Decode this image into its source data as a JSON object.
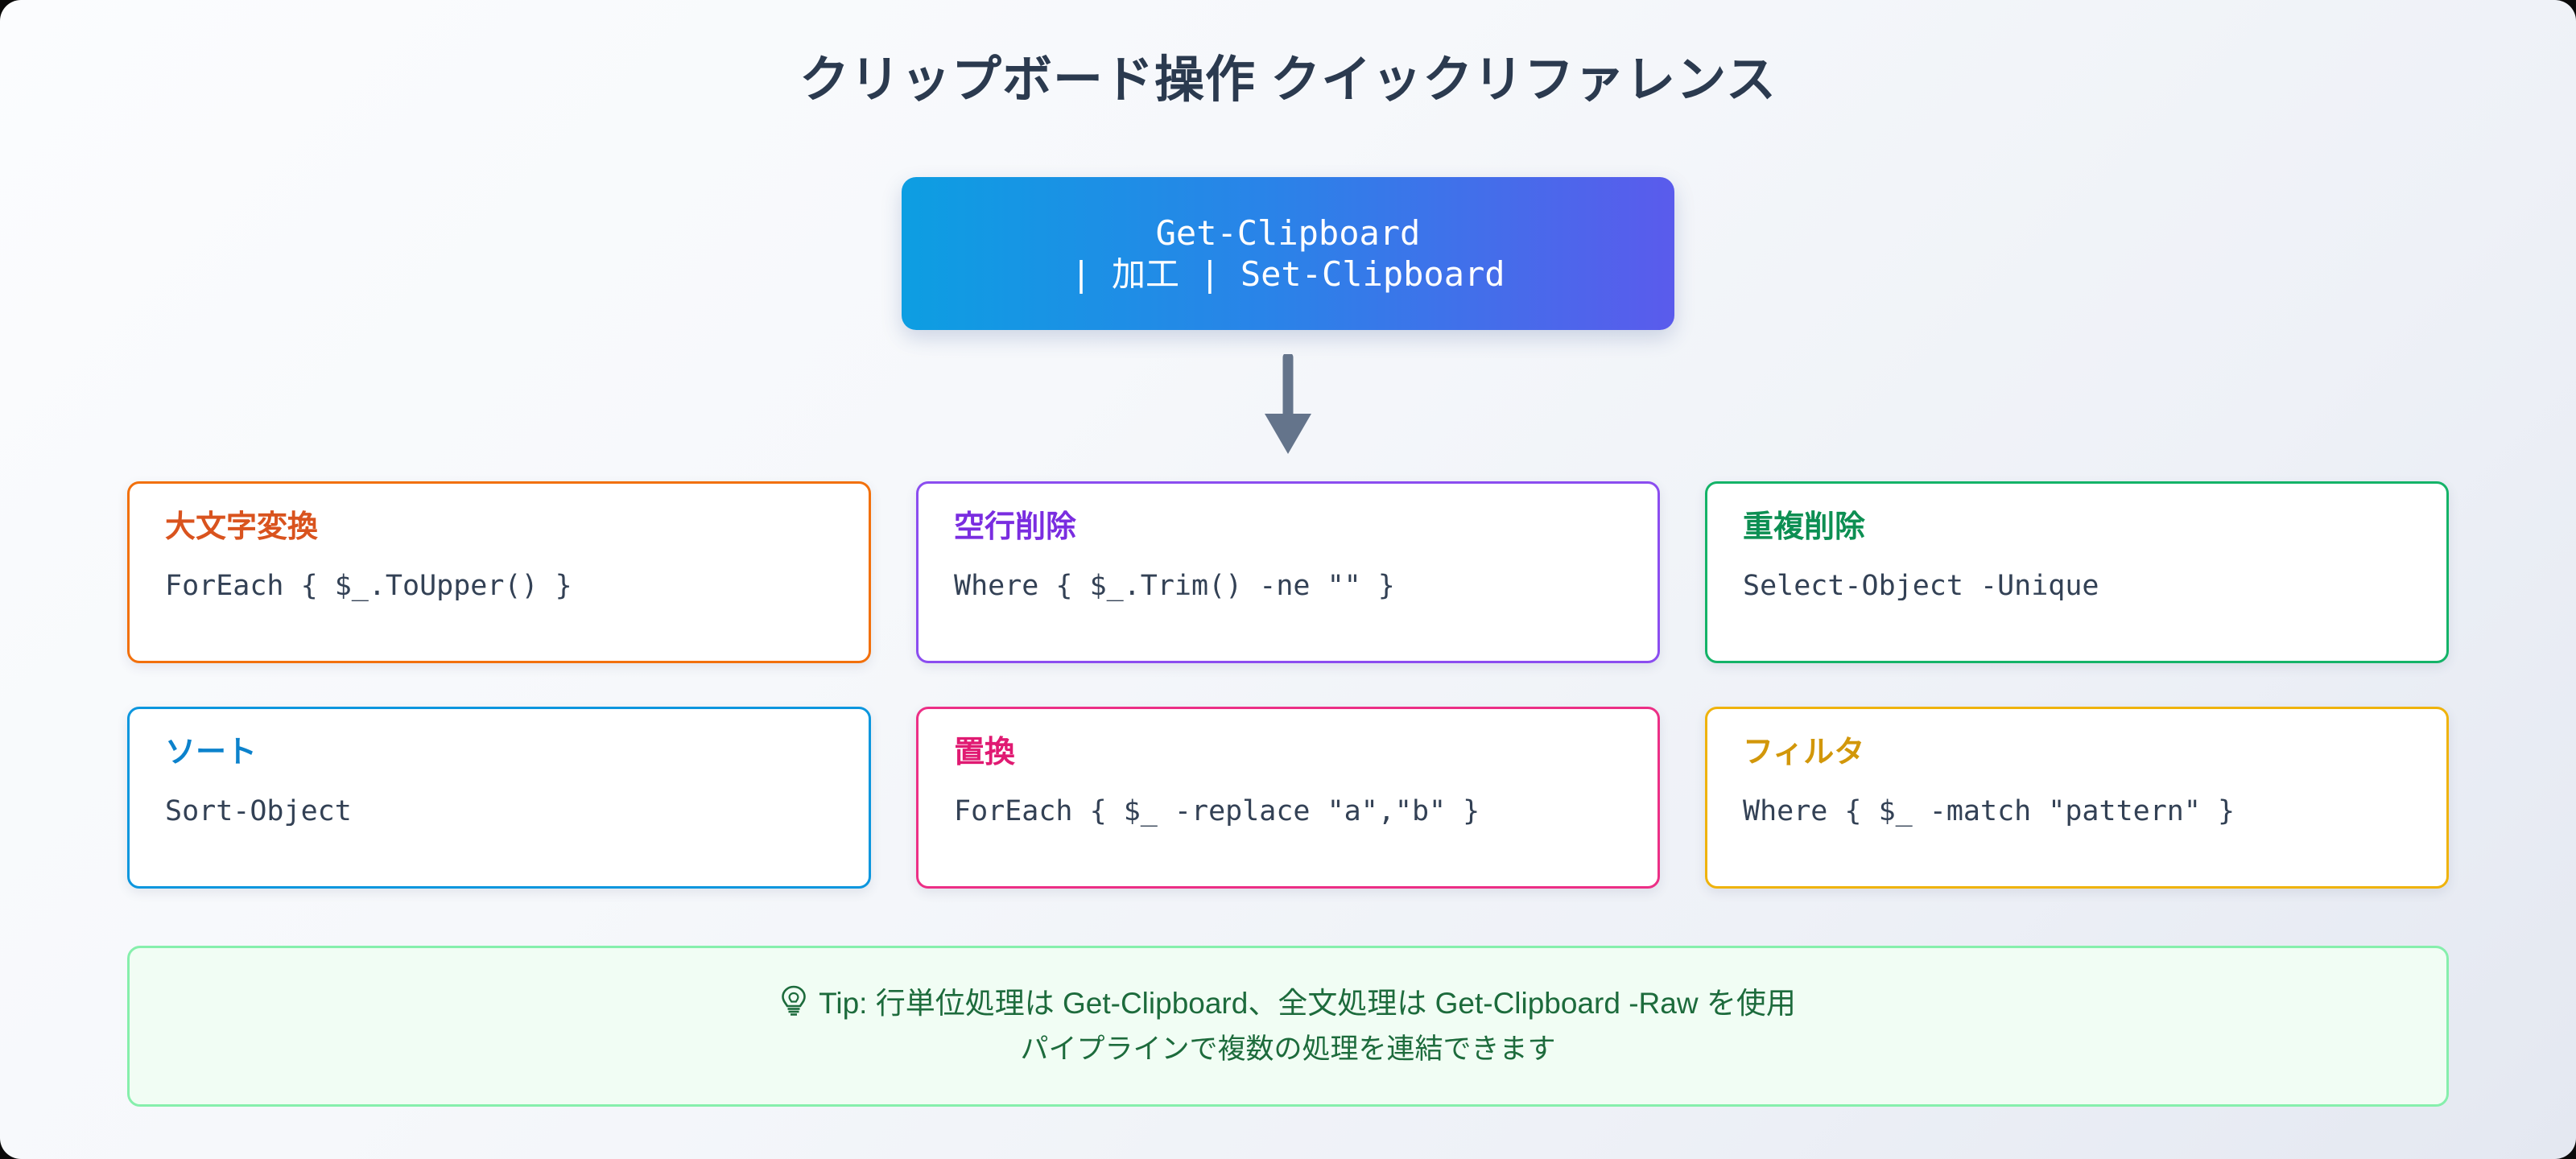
{
  "page": {
    "title": "クリップボード操作 クイックリファレンス",
    "background_start": "#fbfcfe",
    "background_end": "#e4e8f1"
  },
  "pipeline": {
    "line1": "Get-Clipboard",
    "line2": "| 加工 | Set-Clipboard",
    "gradient_from": "#0d9ee2",
    "gradient_to": "#5a5bec",
    "text_color": "#ffffff"
  },
  "arrow": {
    "icon": "arrow-down-icon",
    "color": "#64748b"
  },
  "cards": [
    {
      "title": "大文字変換",
      "code": "ForEach { $_.ToUpper() }",
      "border_color": "#f2700c",
      "title_color": "#d9531e"
    },
    {
      "title": "空行削除",
      "code": "Where { $_.Trim() -ne \"\" }",
      "border_color": "#8b4df0",
      "title_color": "#7a2de0"
    },
    {
      "title": "重複削除",
      "code": "Select-Object -Unique",
      "border_color": "#14b368",
      "title_color": "#0d8f53"
    },
    {
      "title": "ソート",
      "code": "Sort-Object",
      "border_color": "#0c96de",
      "title_color": "#0c82cc"
    },
    {
      "title": "置換",
      "code": "ForEach { $_ -replace \"a\",\"b\" }",
      "border_color": "#ec2f86",
      "title_color": "#e01a72"
    },
    {
      "title": "フィルタ",
      "code": "Where { $_ -match \"pattern\" }",
      "border_color": "#efb30c",
      "title_color": "#d2970a"
    }
  ],
  "tip": {
    "icon": "lightbulb-icon",
    "icon_glyph": "Ὂ1",
    "line1": "Tip: 行単位処理は Get-Clipboard、全文処理は Get-Clipboard -Raw を使用",
    "line2": "パイプラインで複数の処理を連結できます",
    "background": "#f1fdf4",
    "border_color": "#86efac",
    "text_color": "#1d6b3c"
  }
}
